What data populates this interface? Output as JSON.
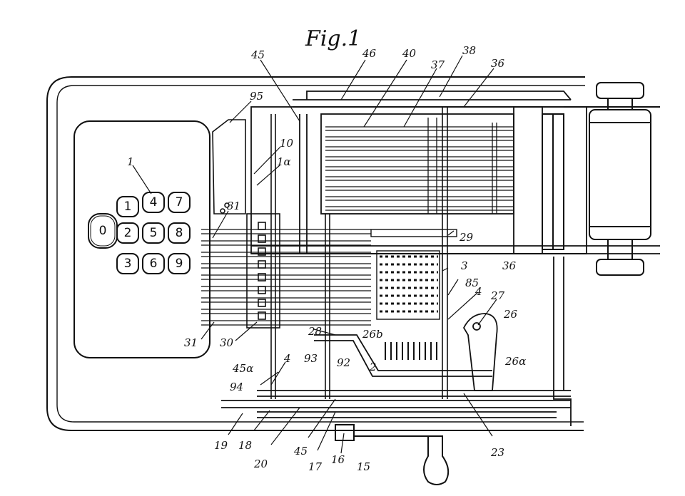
{
  "figure": {
    "title": "Fig.1",
    "keyboard": {
      "keys": [
        "7",
        "4",
        "1",
        "8",
        "5",
        "2",
        "9",
        "6",
        "3"
      ],
      "zero_key": "0"
    },
    "labels": [
      {
        "id": "45-top",
        "text": "45"
      },
      {
        "id": "46",
        "text": "46"
      },
      {
        "id": "40",
        "text": "40"
      },
      {
        "id": "38",
        "text": "38"
      },
      {
        "id": "37",
        "text": "37"
      },
      {
        "id": "36-top",
        "text": "36"
      },
      {
        "id": "95",
        "text": "95"
      },
      {
        "id": "10",
        "text": "10"
      },
      {
        "id": "1a",
        "text": "1α"
      },
      {
        "id": "1",
        "text": "1"
      },
      {
        "id": "31-upper",
        "text": "31"
      },
      {
        "id": "29",
        "text": "29"
      },
      {
        "id": "36-mid",
        "text": "36"
      },
      {
        "id": "3",
        "text": "3"
      },
      {
        "id": "85",
        "text": "85"
      },
      {
        "id": "4-right",
        "text": "4"
      },
      {
        "id": "27",
        "text": "27"
      },
      {
        "id": "26",
        "text": "26"
      },
      {
        "id": "28",
        "text": "28"
      },
      {
        "id": "26b",
        "text": "26b"
      },
      {
        "id": "30",
        "text": "30"
      },
      {
        "id": "31-lower",
        "text": "31"
      },
      {
        "id": "45a",
        "text": "45α"
      },
      {
        "id": "4-left",
        "text": "4"
      },
      {
        "id": "93",
        "text": "93"
      },
      {
        "id": "92",
        "text": "92"
      },
      {
        "id": "2",
        "text": "2"
      },
      {
        "id": "26a",
        "text": "26α"
      },
      {
        "id": "94",
        "text": "94"
      },
      {
        "id": "23",
        "text": "23"
      },
      {
        "id": "19",
        "text": "19"
      },
      {
        "id": "18",
        "text": "18"
      },
      {
        "id": "20",
        "text": "20"
      },
      {
        "id": "45-bottom",
        "text": "45"
      },
      {
        "id": "17",
        "text": "17"
      },
      {
        "id": "16",
        "text": "16"
      },
      {
        "id": "15",
        "text": "15"
      }
    ]
  }
}
